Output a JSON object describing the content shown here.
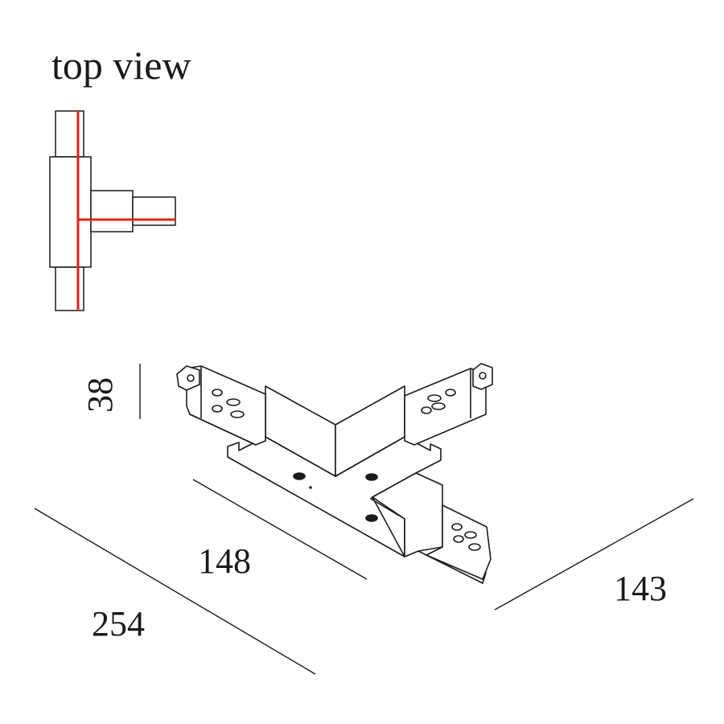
{
  "title": "top view",
  "dimensions": {
    "height": "38",
    "depth_short": "148",
    "length": "254",
    "width": "143"
  },
  "colors": {
    "line": "#1a1a1a",
    "conductor": "#e2231a"
  }
}
